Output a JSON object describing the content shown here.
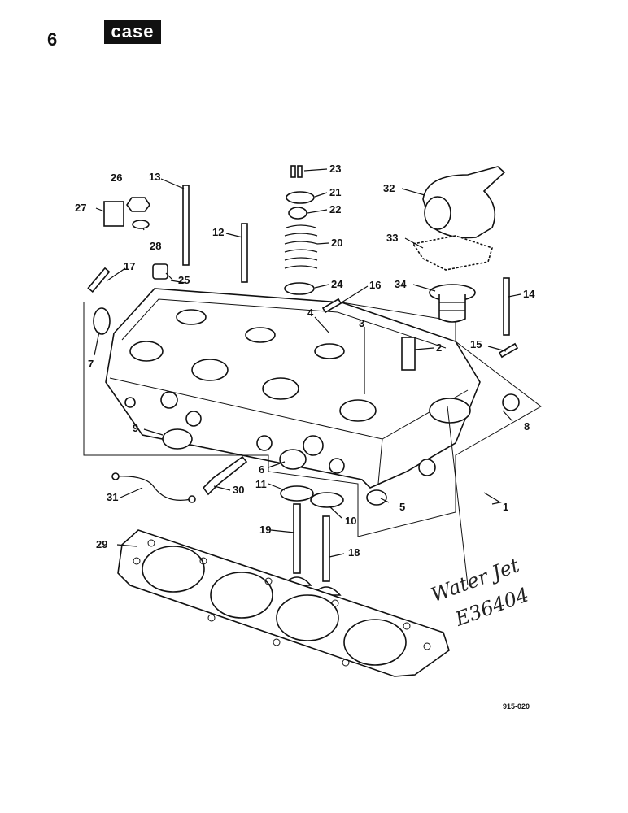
{
  "header": {
    "page_number": "6",
    "brand": "case"
  },
  "figure_id": "915-020",
  "handwritten_note": {
    "line1": "Water Jet",
    "line2": "E36404"
  },
  "callouts": [
    "1",
    "2",
    "3",
    "4",
    "5",
    "6",
    "7",
    "8",
    "9",
    "10",
    "11",
    "12",
    "13",
    "14",
    "15",
    "16",
    "17",
    "18",
    "19",
    "20",
    "21",
    "22",
    "23",
    "24",
    "25",
    "26",
    "27",
    "28",
    "29",
    "30",
    "31",
    "32",
    "33",
    "34"
  ]
}
